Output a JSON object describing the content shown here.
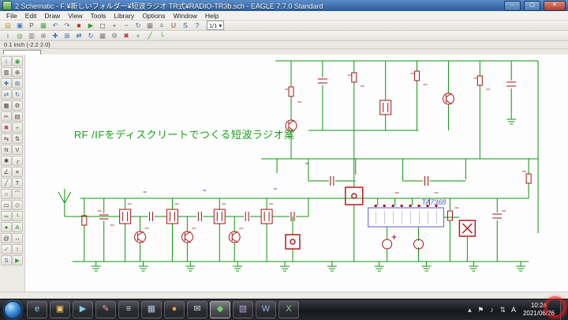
{
  "window": {
    "title": "2 Schematic - F:¥新しいフォルダー¥短波ラジオ TR式¥RADIO-TR3b.sch - EAGLE 7.7.0 Standard",
    "minimize": "–",
    "maximize": "▢",
    "close": "✕"
  },
  "menu": {
    "items": [
      "File",
      "Edit",
      "Draw",
      "View",
      "Tools",
      "Library",
      "Options",
      "Window",
      "Help"
    ]
  },
  "toolbar1": {
    "sheet_value": "1/1",
    "dropdown_arrow": "▾",
    "icons": [
      {
        "name": "open-icon",
        "glyph": "▤",
        "color": "#c79a33"
      },
      {
        "name": "save-icon",
        "glyph": "▣",
        "color": "#4a76c8"
      },
      {
        "name": "print-icon",
        "glyph": "P",
        "color": "#555555"
      },
      {
        "name": "export-image-icon",
        "glyph": "▦",
        "color": "#4a9e4a"
      },
      {
        "name": "undo-icon",
        "glyph": "↶",
        "color": "#3a6fb8"
      },
      {
        "name": "redo-icon",
        "glyph": "↷",
        "color": "#3a6fb8"
      },
      {
        "name": "stop-icon",
        "glyph": "■",
        "color": "#c03030"
      },
      {
        "name": "go-icon",
        "glyph": "▶",
        "color": "#2f9e2f"
      },
      {
        "name": "zoom-fit-icon",
        "glyph": "◻",
        "color": "#555555"
      },
      {
        "name": "zoom-in-icon",
        "glyph": "+",
        "color": "#555555"
      },
      {
        "name": "zoom-out-icon",
        "glyph": "−",
        "color": "#555555"
      },
      {
        "name": "redraw-icon",
        "glyph": "↻",
        "color": "#3a6fb8"
      },
      {
        "name": "grid-icon",
        "glyph": "▦",
        "color": "#777777"
      },
      {
        "name": "layers-icon",
        "glyph": "≡",
        "color": "#777777"
      },
      {
        "name": "ulp-icon",
        "glyph": "U",
        "color": "#a03030"
      },
      {
        "name": "script-icon",
        "glyph": "S",
        "color": "#3060a0"
      },
      {
        "name": "help-icon",
        "glyph": "?",
        "color": "#3060a0"
      }
    ]
  },
  "toolbar2": {
    "icons": [
      {
        "name": "info-icon",
        "glyph": "i",
        "color": "#2f6fbf"
      },
      {
        "name": "show-icon",
        "glyph": "◎",
        "color": "#2f9e2f"
      },
      {
        "name": "display-icon",
        "glyph": "▥",
        "color": "#777777"
      },
      {
        "name": "mark-icon",
        "glyph": "⊕",
        "color": "#777777"
      },
      {
        "name": "move-icon",
        "glyph": "✚",
        "color": "#3a6fb8"
      },
      {
        "name": "copy-icon",
        "glyph": "⊞",
        "color": "#3a6fb8"
      },
      {
        "name": "mirror-icon",
        "glyph": "⇄",
        "color": "#3a6fb8"
      },
      {
        "name": "rotate-icon",
        "glyph": "↻",
        "color": "#3a6fb8"
      },
      {
        "name": "group-icon",
        "glyph": "▦",
        "color": "#777777"
      },
      {
        "name": "change-icon",
        "glyph": "⚙",
        "color": "#777777"
      },
      {
        "name": "delete-icon",
        "glyph": "✖",
        "color": "#c03030"
      },
      {
        "name": "add-icon",
        "glyph": "+",
        "color": "#2f9e2f"
      },
      {
        "name": "wire-icon",
        "glyph": "╱",
        "color": "#2f9e2f"
      },
      {
        "name": "net-icon",
        "glyph": "└",
        "color": "#2f9e2f"
      }
    ]
  },
  "coordbar": {
    "readout": "0.1 inch (-2.2 2.0)"
  },
  "palette": {
    "tools": [
      {
        "name": "info-tool",
        "glyph": "i",
        "color": "#2f6fbf"
      },
      {
        "name": "show-tool",
        "glyph": "◉",
        "color": "#2f9e2f"
      },
      {
        "name": "display-tool",
        "glyph": "▥",
        "color": "#444444"
      },
      {
        "name": "mark-tool",
        "glyph": "⊕",
        "color": "#444444"
      },
      {
        "name": "move-tool",
        "glyph": "✚",
        "color": "#3a6fb8"
      },
      {
        "name": "copy-tool",
        "glyph": "⊞",
        "color": "#3a6fb8"
      },
      {
        "name": "mirror-tool",
        "glyph": "⇄",
        "color": "#3a6fb8"
      },
      {
        "name": "rotate-tool",
        "glyph": "↻",
        "color": "#3a6fb8"
      },
      {
        "name": "group-tool",
        "glyph": "▦",
        "color": "#444444"
      },
      {
        "name": "change-tool",
        "glyph": "⚙",
        "color": "#444444"
      },
      {
        "name": "cut-tool",
        "glyph": "✂",
        "color": "#444444"
      },
      {
        "name": "paste-tool",
        "glyph": "▤",
        "color": "#444444"
      },
      {
        "name": "delete-tool",
        "glyph": "✖",
        "color": "#c03030"
      },
      {
        "name": "add-tool",
        "glyph": "+",
        "color": "#2f9e2f"
      },
      {
        "name": "pinswap-tool",
        "glyph": "⇆",
        "color": "#444444"
      },
      {
        "name": "replace-tool",
        "glyph": "⇅",
        "color": "#444444"
      },
      {
        "name": "name-tool",
        "glyph": "N",
        "color": "#444444"
      },
      {
        "name": "value-tool",
        "glyph": "V",
        "color": "#444444"
      },
      {
        "name": "smash-tool",
        "glyph": "✱",
        "color": "#444444"
      },
      {
        "name": "miter-tool",
        "glyph": "╭",
        "color": "#444444"
      },
      {
        "name": "split-tool",
        "glyph": "∠",
        "color": "#444444"
      },
      {
        "name": "invoke-tool",
        "glyph": "≡",
        "color": "#444444"
      },
      {
        "name": "wire-tool",
        "glyph": "╱",
        "color": "#1e8e1e"
      },
      {
        "name": "text-tool",
        "glyph": "T",
        "color": "#444444"
      },
      {
        "name": "circle-tool",
        "glyph": "○",
        "color": "#444444"
      },
      {
        "name": "arc-tool",
        "glyph": "⌒",
        "color": "#444444"
      },
      {
        "name": "rect-tool",
        "glyph": "▭",
        "color": "#444444"
      },
      {
        "name": "polygon-tool",
        "glyph": "◇",
        "color": "#444444"
      },
      {
        "name": "bus-tool",
        "glyph": "═",
        "color": "#1e8e1e"
      },
      {
        "name": "net-tool",
        "glyph": "└",
        "color": "#1e8e1e"
      },
      {
        "name": "junction-tool",
        "glyph": "●",
        "color": "#1e8e1e"
      },
      {
        "name": "label-tool",
        "glyph": "A",
        "color": "#1e8e1e"
      },
      {
        "name": "attribute-tool",
        "glyph": "@",
        "color": "#444444"
      },
      {
        "name": "dimension-tool",
        "glyph": "↔",
        "color": "#444444"
      },
      {
        "name": "erc-tool",
        "glyph": "✓",
        "color": "#2f9e2f"
      },
      {
        "name": "errors-tool",
        "glyph": "!",
        "color": "#c03030"
      },
      {
        "name": "script-tool",
        "glyph": "S",
        "color": "#3060a0"
      },
      {
        "name": "run-tool",
        "glyph": "▶",
        "color": "#2f9e2f"
      }
    ]
  },
  "canvas": {
    "annotation": "RF /IFをディスクリートでつくる短波ラジオ案",
    "ic_label": "TA7368"
  },
  "taskbar": {
    "ime": "A",
    "time": "10:24",
    "date": "2021/06/26",
    "icons": [
      {
        "name": "ie-icon",
        "glyph": "e",
        "color": "#8ecbf2"
      },
      {
        "name": "explorer-icon",
        "glyph": "▣",
        "color": "#f0c860"
      },
      {
        "name": "mediaplayer-icon",
        "glyph": "▶",
        "color": "#7ecbe8"
      },
      {
        "name": "paint-icon",
        "glyph": "✎",
        "color": "#e8a0a0"
      },
      {
        "name": "notepad-icon",
        "glyph": "≡",
        "color": "#cfd8e8"
      },
      {
        "name": "calculator-icon",
        "glyph": "▦",
        "color": "#b8c8d8"
      },
      {
        "name": "browser-icon",
        "glyph": "●",
        "color": "#f0a040"
      },
      {
        "name": "mail-icon",
        "glyph": "✉",
        "color": "#d8d8f0"
      },
      {
        "name": "eagle-icon",
        "glyph": "◆",
        "color": "#72d072",
        "active": true
      },
      {
        "name": "photos-icon",
        "glyph": "▧",
        "color": "#c0a0e0"
      },
      {
        "name": "word-icon",
        "glyph": "W",
        "color": "#9ab4e8"
      },
      {
        "name": "excel-icon",
        "glyph": "X",
        "color": "#8ec89a"
      }
    ],
    "tray": [
      {
        "name": "tray-expand-icon",
        "glyph": "▴",
        "color": "#dddddd"
      },
      {
        "name": "action-center-icon",
        "glyph": "⚑",
        "color": "#dddddd"
      },
      {
        "name": "volume-icon",
        "glyph": "♪",
        "color": "#dddddd"
      },
      {
        "name": "network-icon",
        "glyph": "⇅",
        "color": "#dddddd"
      }
    ]
  }
}
